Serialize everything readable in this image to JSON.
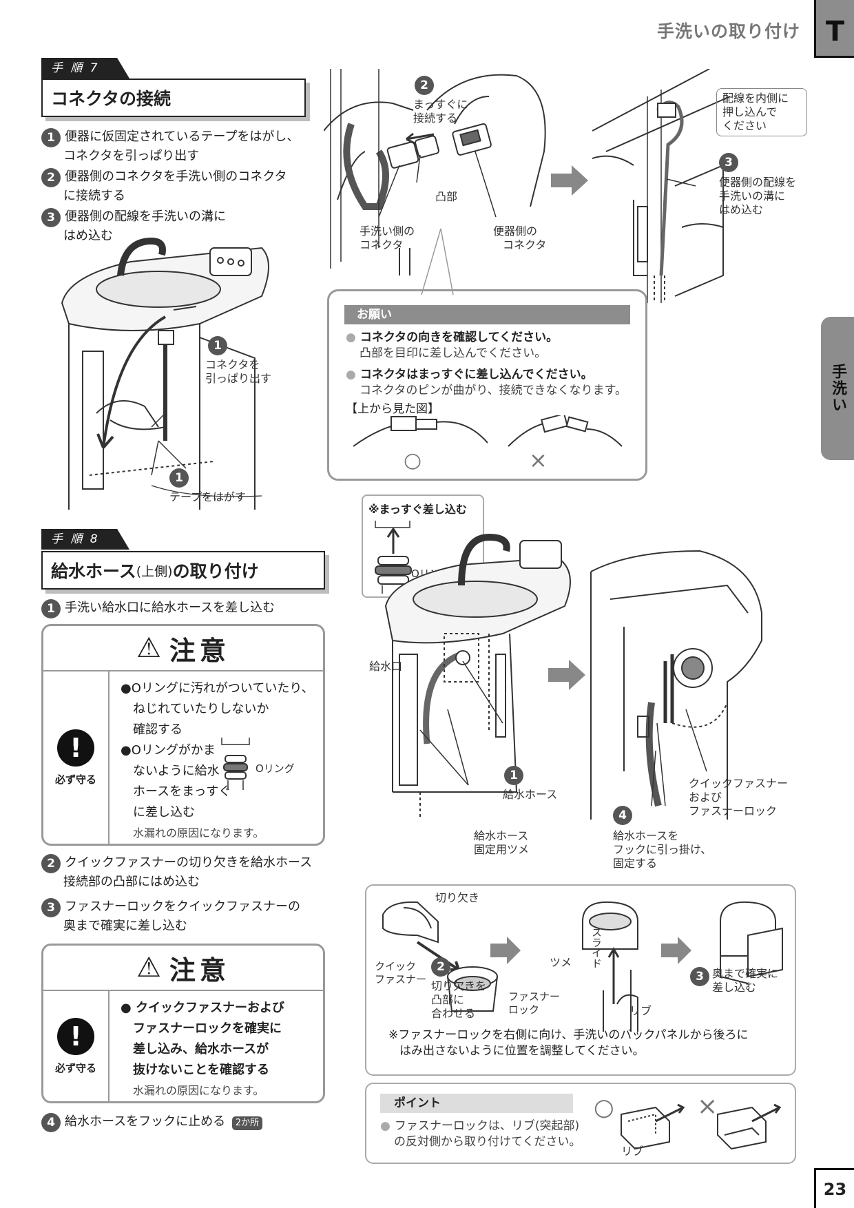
{
  "header": {
    "title": "手洗いの取り付け",
    "tab": "T",
    "side_tab": "手洗い",
    "page_number": "23"
  },
  "step7": {
    "tag": "手 順 7",
    "title": "コネクタの接続",
    "items": [
      {
        "num": "1",
        "line1": "便器に仮固定されているテープをはがし、",
        "line2": "コネクタを引っぱり出す"
      },
      {
        "num": "2",
        "line1": "便器側のコネクタを手洗い側のコネクタ",
        "line2": "に接続する"
      },
      {
        "num": "3",
        "line1": "便器側の配線を手洗いの溝に",
        "line2": "はめ込む"
      }
    ],
    "fig1": {
      "n1": "1",
      "pull_l1": "コネクタを",
      "pull_l2": "引っぱり出す",
      "n1b": "1",
      "tape": "テープをはがす"
    },
    "fig2": {
      "n2": "2",
      "straight_l1": "まっすぐに",
      "straight_l2": "接続する",
      "convex": "凸部",
      "hand_l1": "手洗い側の",
      "hand_l2": "コネクタ",
      "toilet_l1": "便器側の",
      "toilet_l2": "コネクタ"
    },
    "fig3": {
      "push_l1": "配線を内側に",
      "push_l2": "押し込んで",
      "push_l3": "ください",
      "n3": "3",
      "groove_l1": "便器側の配線を",
      "groove_l2": "手洗いの溝に",
      "groove_l3": "はめ込む"
    },
    "request": {
      "title": "お願い",
      "p1_bold": "コネクタの向きを確認してください。",
      "p1_sub": "凸部を目印に差し込んでください。",
      "p2_bold": "コネクタはまっすぐに差し込んでください。",
      "p2_sub": "コネクタのピンが曲がり、接続できなくなります。",
      "topview": "【上から見た図】",
      "ok": "○",
      "ng": "×"
    }
  },
  "step8": {
    "tag": "手 順 8",
    "title_a": "給水ホース",
    "title_b": "(上側)",
    "title_c": "の取り付け",
    "item1": {
      "num": "1",
      "text": "手洗い給水口に給水ホースを差し込む"
    },
    "caution1": {
      "head": "注意",
      "must": "必ず守る",
      "l1": "●Oリングに汚れがついていたり、",
      "l2": "ねじれていたりしないか",
      "l3": "確認する",
      "l4": "●Oリングがかま",
      "l5": "ないように給水",
      "l6": "ホースをまっすぐ",
      "l7": "に差し込む",
      "oring": "Oリング",
      "sub": "水漏れの原因になります。"
    },
    "item2": {
      "num": "2",
      "line1": "クイックファスナーの切り欠きを給水ホース",
      "line2": "接続部の凸部にはめ込む"
    },
    "item3": {
      "num": "3",
      "line1": "ファスナーロックをクイックファスナーの",
      "line2": "奥まで確実に差し込む"
    },
    "caution2": {
      "head": "注意",
      "must": "必ず守る",
      "l1": "● クイックファスナーおよび",
      "l2": "ファスナーロックを確実に",
      "l3": "差し込み、給水ホースが",
      "l4": "抜けないことを確認する",
      "sub": "水漏れの原因になります。"
    },
    "item4": {
      "num": "4",
      "text": "給水ホースをフックに止める",
      "badge": "2か所"
    },
    "fig_inset": {
      "title": "※まっすぐ差し込む",
      "oring": "Oリング"
    },
    "fig_main": {
      "inlet": "給水口",
      "n1": "1",
      "hose": "給水ホース",
      "claw_l1": "給水ホース",
      "claw_l2": "固定用ツメ",
      "n4": "4",
      "hook_l1": "給水ホースを",
      "hook_l2": "フックに引っ掛け、",
      "hook_l3": "固定する",
      "qf_l1": "クイックファスナー",
      "qf_l2": "および",
      "qf_l3": "ファスナーロック"
    },
    "fig_detail": {
      "notch": "切り欠き",
      "qf_l1": "クイック",
      "qf_l2": "ファスナー",
      "n2": "2",
      "align_l1": "切り欠きを",
      "align_l2": "凸部に",
      "align_l3": "合わせる",
      "claw": "ツメ",
      "slide": "スライド",
      "lock_l1": "ファスナー",
      "lock_l2": "ロック",
      "rib": "リブ",
      "n3": "3",
      "deep_l1": "奥まで確実に",
      "deep_l2": "差し込む",
      "note_l1": "※ファスナーロックを右側に向け、手洗いのバックパネルから後ろに",
      "note_l2": "はみ出さないように位置を調整してください。"
    },
    "point": {
      "title": "ポイント",
      "l1": "ファスナーロックは、リブ(突起部)",
      "l2": "の反対側から取り付けてください。",
      "ok": "○",
      "ng": "×",
      "rib": "リブ"
    }
  }
}
